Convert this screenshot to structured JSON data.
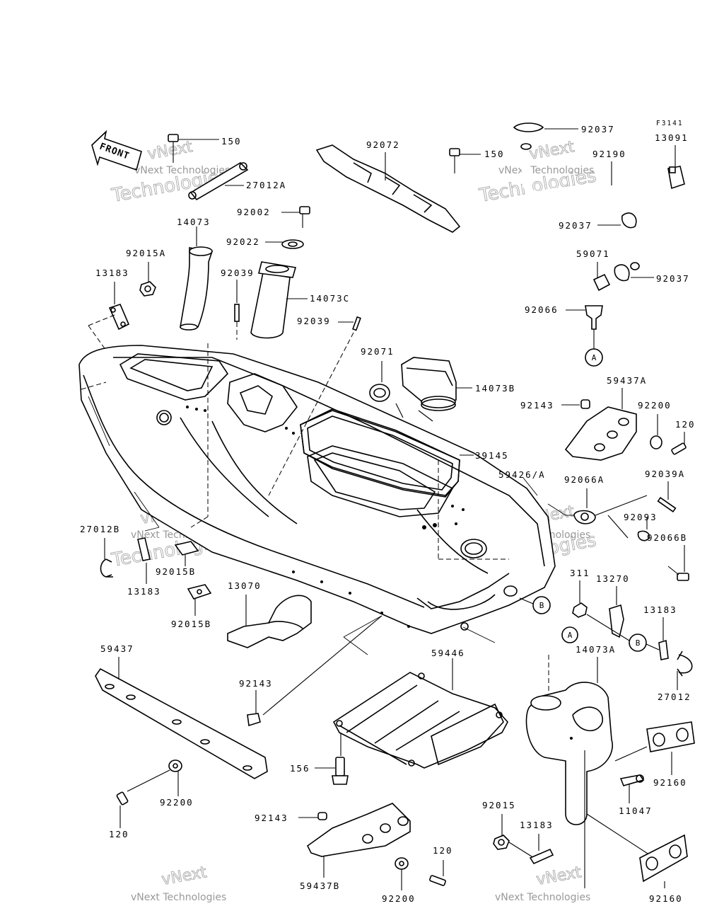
{
  "figure_code": "F3141",
  "front_arrow_label": "FRONT",
  "watermark": {
    "line1": "vNext",
    "line2": "vNext Technologies",
    "line3": "Technologies"
  },
  "reference_circles": [
    "A",
    "B"
  ],
  "part_numbers": {
    "p150_top": "150",
    "p27012A": "27012A",
    "p92002": "92002",
    "p92022": "92022",
    "p14073": "14073",
    "p92015A": "92015A",
    "p13183_top": "13183",
    "p92039_a": "92039",
    "p14073C": "14073C",
    "p92039_b": "92039",
    "p92072": "92072",
    "p150_mid": "150",
    "p92037_top": "92037",
    "p92190": "92190",
    "p13091": "13091",
    "p92037_mid": "92037",
    "p92037_low": "92037",
    "p59071": "59071",
    "p92066": "92066",
    "p92071": "92071",
    "p14073B": "14073B",
    "p59437A": "59437A",
    "p92143_a": "92143",
    "p92200_a": "92200",
    "p120_a": "120",
    "p39145": "39145",
    "p59426A": "59426/A",
    "p92066A": "92066A",
    "p92039A": "92039A",
    "p92093": "92093",
    "p92066B": "92066B",
    "p27012B": "27012B",
    "p13183_left": "13183",
    "p92015B_a": "92015B",
    "p92015B_b": "92015B",
    "p13070": "13070",
    "p311": "311",
    "p13270": "13270",
    "p13183_right": "13183",
    "p27012": "27012",
    "p14073A": "14073A",
    "p59437": "59437",
    "p92143_b": "92143",
    "p59446": "59446",
    "p156": "156",
    "p92200_b": "92200",
    "p120_b": "120",
    "p92160_a": "92160",
    "p11047": "11047",
    "p92143_c": "92143",
    "p59437B": "59437B",
    "p92015": "92015",
    "p13183_bottom": "13183",
    "p120_c": "120",
    "p92200_c": "92200",
    "p92160_b": "92160"
  }
}
